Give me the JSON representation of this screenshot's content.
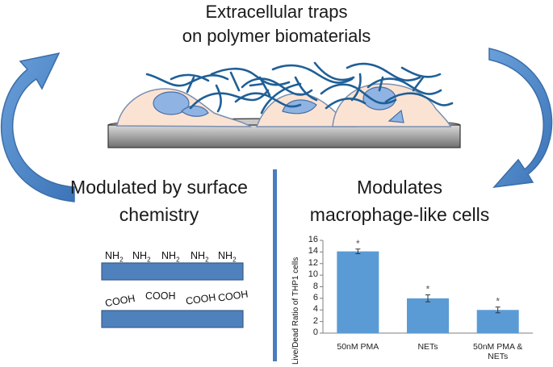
{
  "title": {
    "line1": "Extracellular traps",
    "line2": "on polymer biomaterials"
  },
  "left_panel": {
    "heading_line1": "Modulated by surface",
    "heading_line2": "chemistry",
    "amine_group": "NH",
    "amine_subscript": "2",
    "carboxyl_group": "COOH"
  },
  "right_panel": {
    "heading_line1": "Modulates",
    "heading_line2": "macrophage-like cells"
  },
  "colors": {
    "arrow_blue": "#4a86c8",
    "bar_blue": "#5b9bd5",
    "cell_fill": "#fbe3d3",
    "nucleus_fill": "#8fb4e3",
    "fiber_blue": "#1f5f96",
    "substrate_gray": "#a6a6a6",
    "divider_blue": "#4a7cc0"
  },
  "chart_data": {
    "type": "bar",
    "categories": [
      "50nM PMA",
      "NETs",
      "50nM PMA & NETs"
    ],
    "category_lines": [
      [
        "50nM PMA"
      ],
      [
        "NETs"
      ],
      [
        "50nM PMA &",
        "NETs"
      ]
    ],
    "values": [
      14.1,
      6.0,
      4.0
    ],
    "error": [
      0.4,
      0.6,
      0.5
    ],
    "significance": [
      "*",
      "*",
      "*"
    ],
    "ylabel": "Live/Dead Ratio of THP1 cells",
    "ylim": [
      0,
      16
    ],
    "yticks": [
      "0",
      "2",
      "4",
      "6",
      "8",
      "10",
      "12",
      "14",
      "16"
    ]
  }
}
